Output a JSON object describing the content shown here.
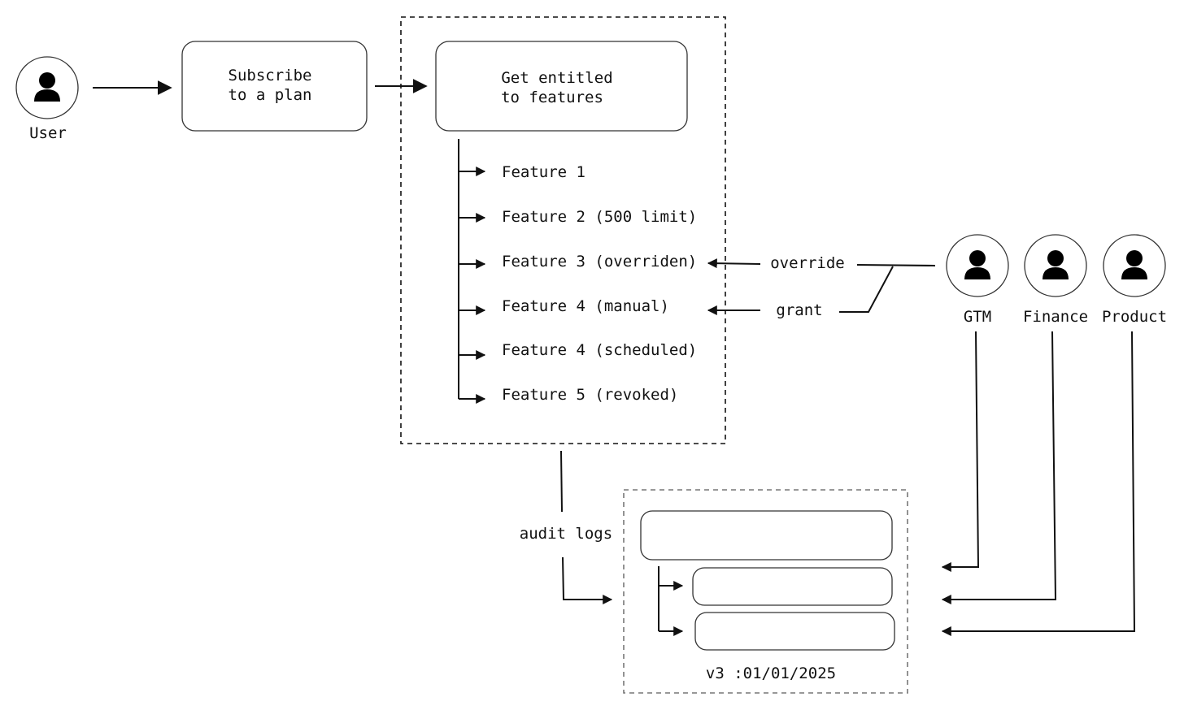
{
  "actors": {
    "user": {
      "label": "User"
    },
    "gtm": {
      "label": "GTM"
    },
    "finance": {
      "label": "Finance"
    },
    "product": {
      "label": "Product"
    }
  },
  "boxes": {
    "subscribe": {
      "line1": "Subscribe",
      "line2": "to a plan"
    },
    "entitled": {
      "line1": "Get entitled",
      "line2": "to features"
    }
  },
  "features": [
    "Feature 1",
    "Feature 2 (500 limit)",
    "Feature 3 (overriden)",
    "Feature 4 (manual)",
    "Feature 4 (scheduled)",
    "Feature 5 (revoked)"
  ],
  "connectors": {
    "override": "override",
    "grant": "grant",
    "audit_logs": "audit logs"
  },
  "audit": {
    "version_label": "v3 :01/01/2025"
  }
}
